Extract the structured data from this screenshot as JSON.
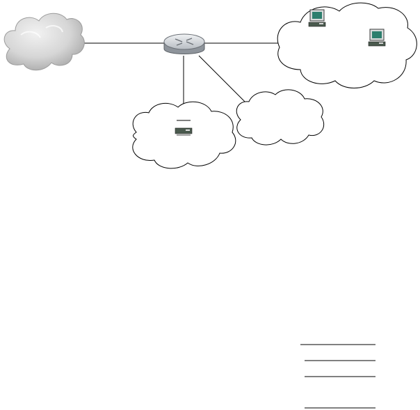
{
  "diagram": {
    "nodes": [
      {
        "id": "internet",
        "kind": "cloud",
        "style": "gray-shaded"
      },
      {
        "id": "router",
        "kind": "router",
        "icon": "router-icon"
      },
      {
        "id": "lan-a",
        "kind": "cloud",
        "style": "outline",
        "devices": [
          "workstation-icon",
          "workstation-icon"
        ]
      },
      {
        "id": "lan-b",
        "kind": "cloud",
        "style": "outline",
        "devices": []
      },
      {
        "id": "lan-c",
        "kind": "cloud",
        "style": "outline",
        "devices": [
          "hub-icon"
        ]
      }
    ],
    "links": [
      {
        "from": "internet",
        "to": "router"
      },
      {
        "from": "router",
        "to": "lan-a"
      },
      {
        "from": "router",
        "to": "lan-b"
      },
      {
        "from": "router",
        "to": "lan-c"
      }
    ],
    "blank_lines": 4
  },
  "colors": {
    "line": "#000000",
    "gray_cloud_fill": "#d4d4d4",
    "router_body": "#c9ccd0",
    "monitor_screen": "#2d7f6e",
    "device_base": "#4a5a4e"
  }
}
